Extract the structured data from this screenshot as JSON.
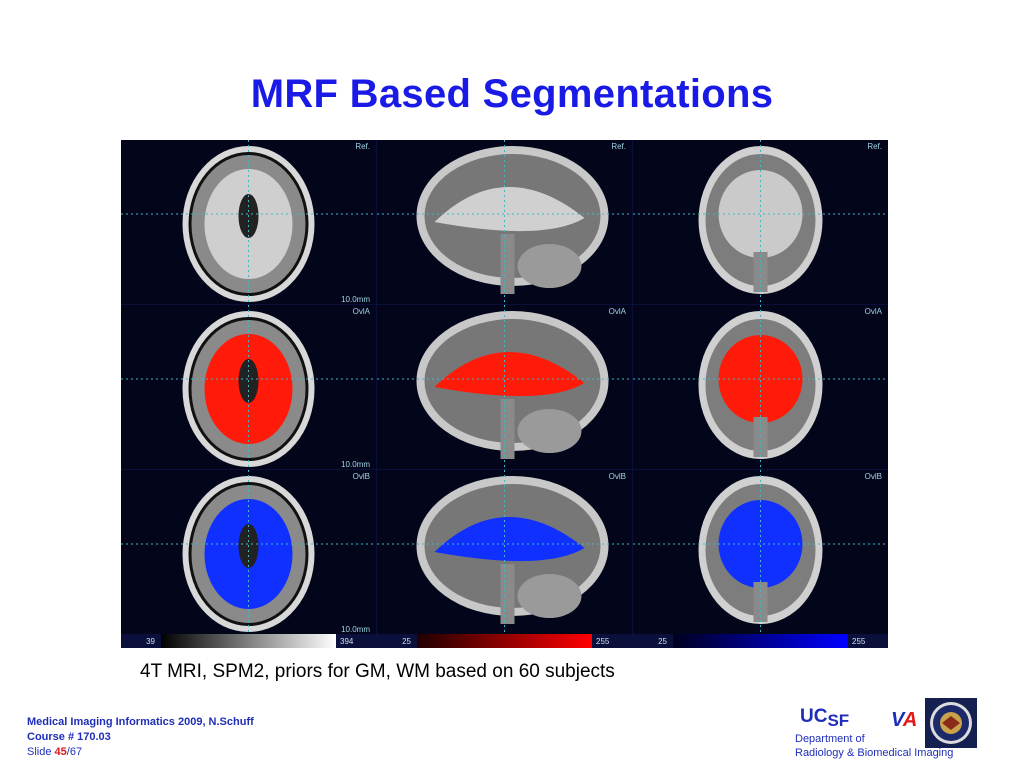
{
  "slide": {
    "title": "MRF Based Segmentations",
    "caption": "4T MRI,  SPM2, priors for GM, WM based on 60 subjects"
  },
  "figure": {
    "rows": [
      {
        "name": "reference",
        "corner_label": "Ref.",
        "fill": "#ffffff"
      },
      {
        "name": "gray-matter",
        "corner_label": "OvlA",
        "fill": "#ff1a0a"
      },
      {
        "name": "white-matter",
        "corner_label": "OvlB",
        "fill": "#1030ff"
      }
    ],
    "views": [
      "axial",
      "sagittal",
      "coronal"
    ],
    "scale_label": "10.0mm",
    "colorbars": [
      {
        "min": "39",
        "max": "394",
        "colors": [
          "#000000",
          "#ffffff"
        ]
      },
      {
        "min": "25",
        "max": "255",
        "colors": [
          "#200000",
          "#ff0000"
        ]
      },
      {
        "min": "25",
        "max": "255",
        "colors": [
          "#000020",
          "#0000ff"
        ]
      }
    ]
  },
  "footer": {
    "line1": "Medical Imaging Informatics 2009, N.Schuff",
    "line2": "Course # 170.03",
    "slide_prefix": "Slide ",
    "slide_number": "45",
    "slide_total": "/67"
  },
  "logos": {
    "uc": "UC",
    "sf": "SF",
    "va_v": "V",
    "va_a": "A",
    "dept_line1": "Department of",
    "dept_line2": "Radiology & Biomedical Imaging"
  }
}
